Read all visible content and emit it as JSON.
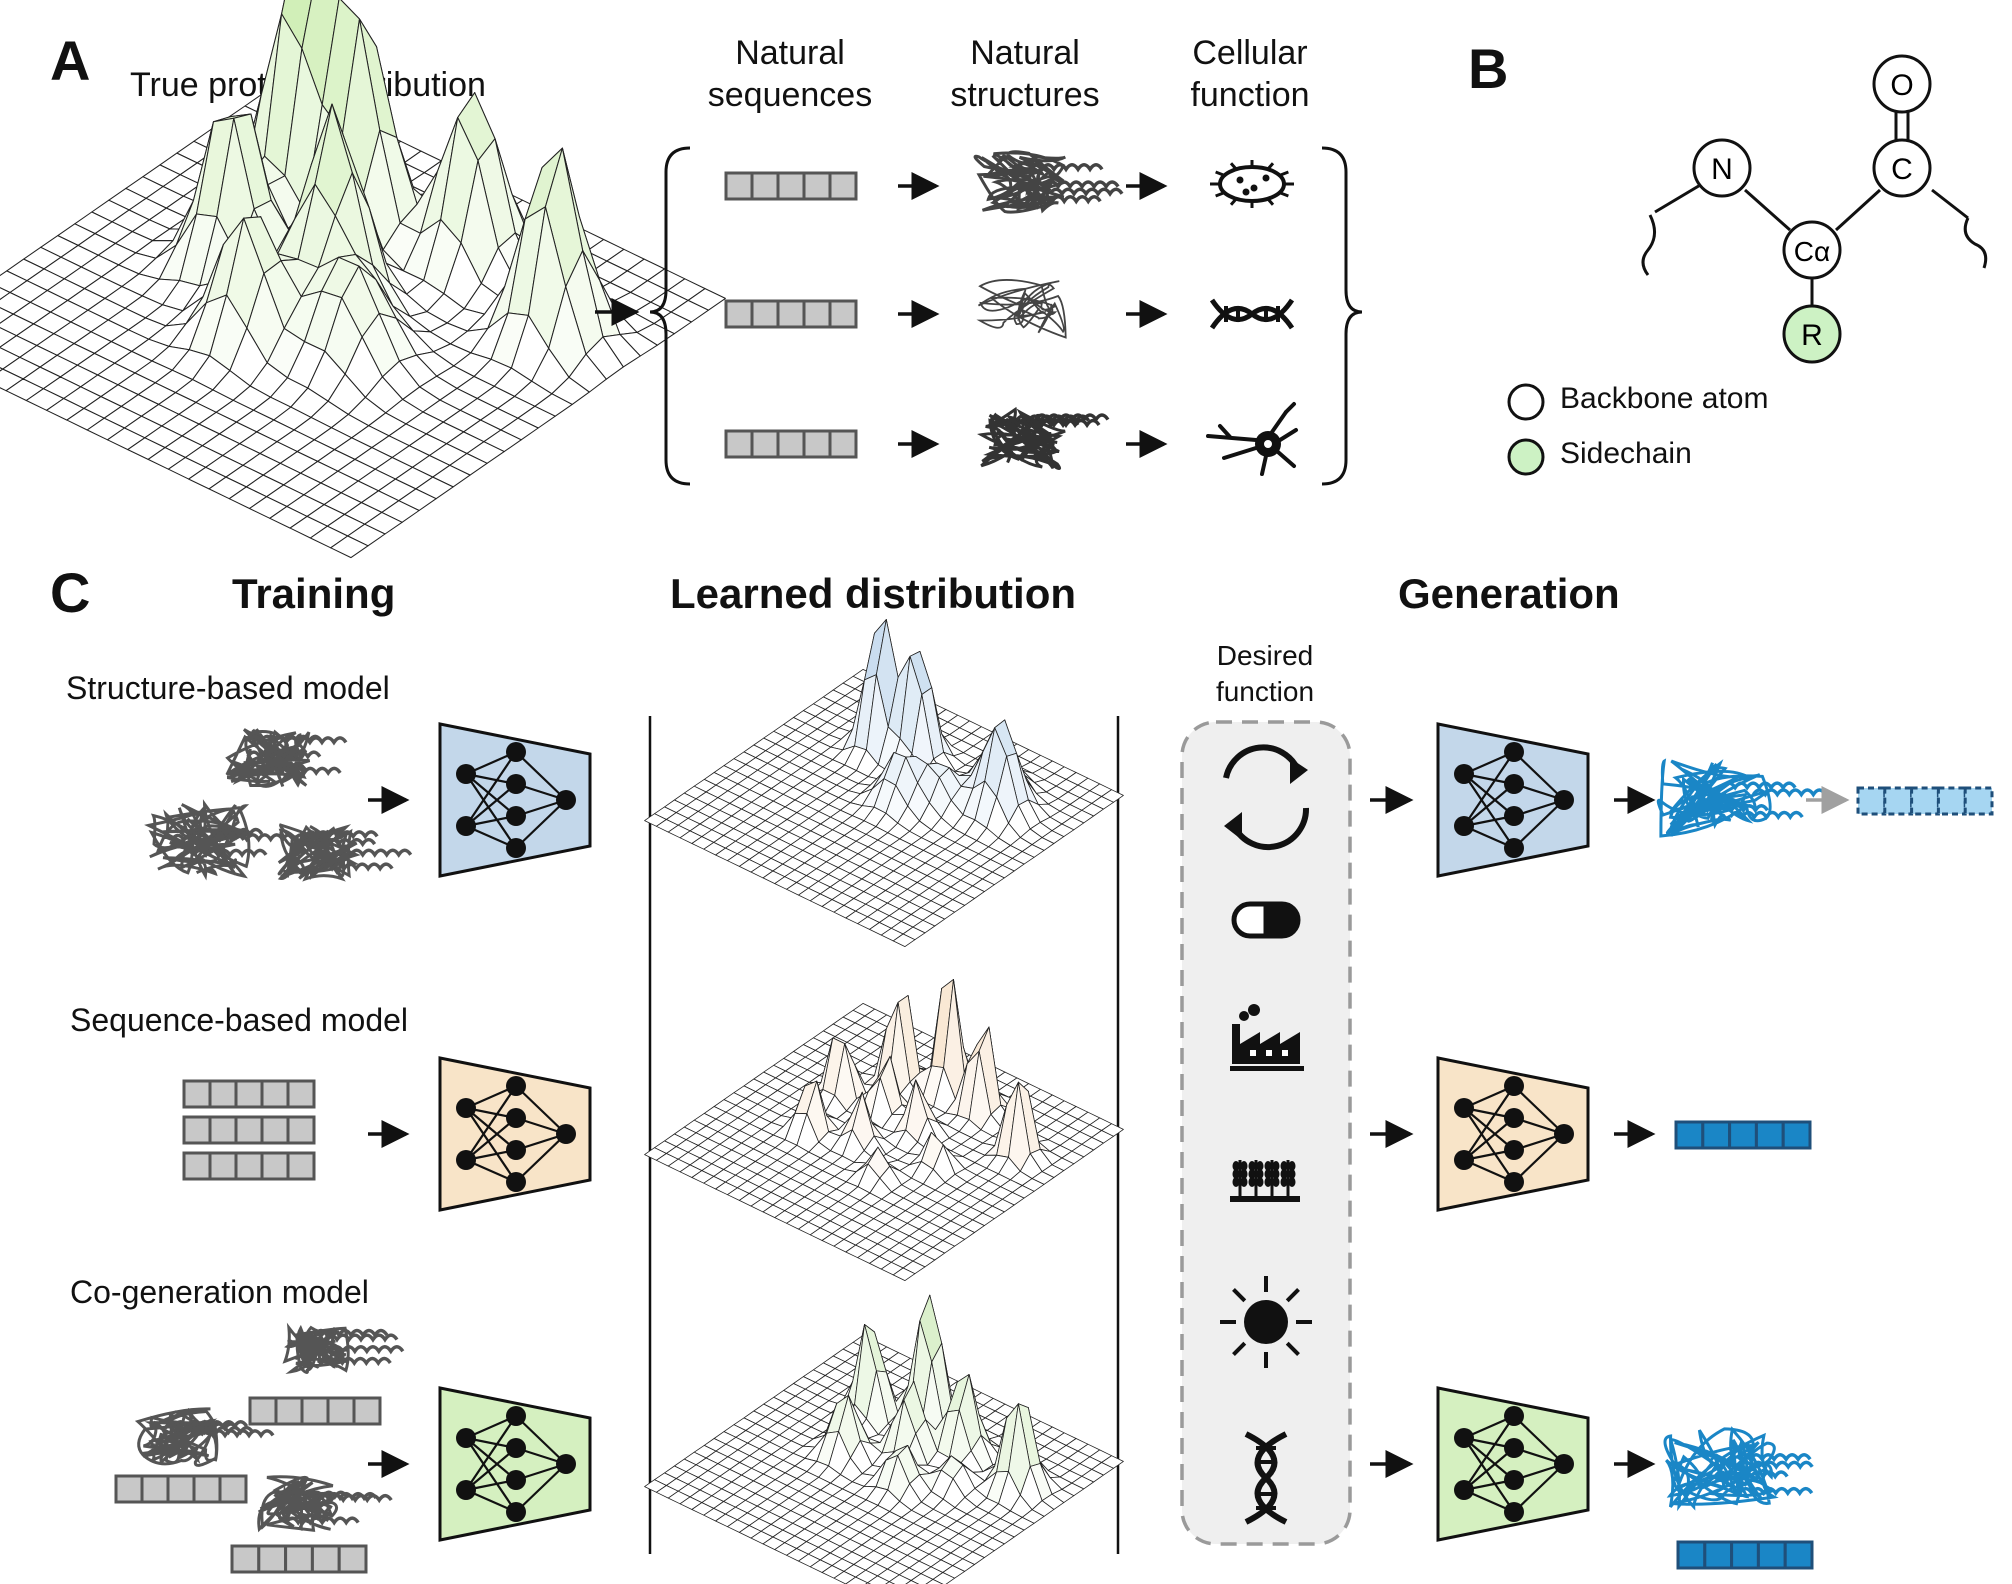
{
  "panel_a": {
    "letter": "A",
    "title": "True protein distribution",
    "columns": [
      {
        "line1": "Natural",
        "line2": "sequences"
      },
      {
        "line1": "Natural",
        "line2": "structures"
      },
      {
        "line1": "Cellular",
        "line2": "function"
      }
    ],
    "function_icons": [
      "bacterium-icon",
      "dna-helix-icon",
      "neuron-icon"
    ]
  },
  "panel_b": {
    "letter": "B",
    "atoms": {
      "n": "N",
      "ca": "Cα",
      "c": "C",
      "o": "O",
      "r": "R"
    },
    "legend": {
      "backbone": "Backbone atom",
      "sidechain": "Sidechain"
    },
    "colors": {
      "sidechain": "#cdf2c4"
    }
  },
  "panel_c": {
    "letter": "C",
    "headers": {
      "training": "Training",
      "learned": "Learned distribution",
      "generation": "Generation"
    },
    "models": [
      {
        "label": "Structure-based model",
        "color": "#c3d7ea"
      },
      {
        "label": "Sequence-based model",
        "color": "#f8e4c8"
      },
      {
        "label": "Co-generation model",
        "color": "#d5f0c0"
      }
    ],
    "desired_function": {
      "line1": "Desired",
      "line2": "function"
    },
    "function_icons": [
      "cycle-arrows-icon",
      "pill-capsule-icon",
      "factory-icon",
      "crops-icon",
      "sun-icon",
      "dna-helix-icon"
    ],
    "output_color": "#1a86c6"
  }
}
